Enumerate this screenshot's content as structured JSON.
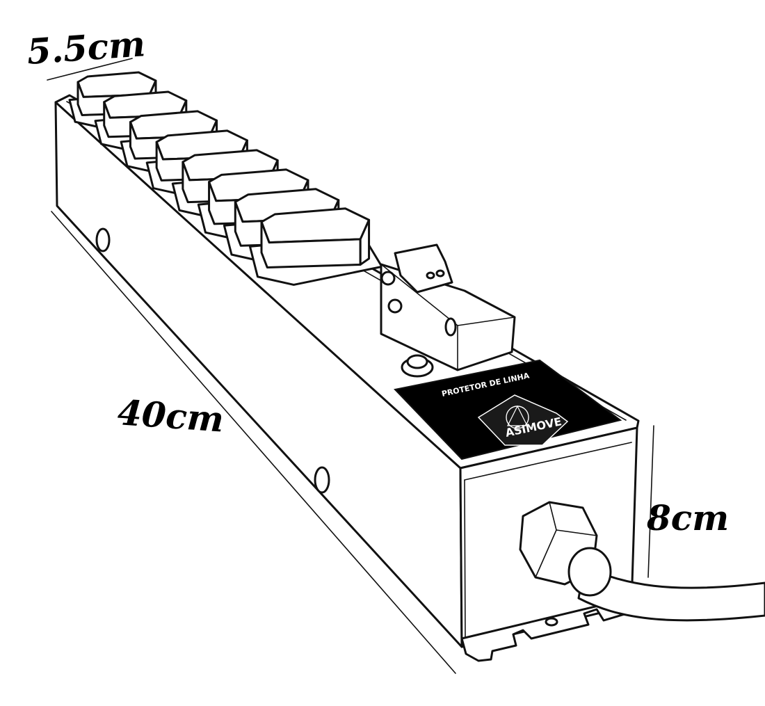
{
  "dimensions": {
    "width_label": "5.5cm",
    "length_label": "40cm",
    "height_label": "8cm"
  },
  "label": {
    "title": "PROTETOR DE LINHA",
    "brand": "ASIMOVE"
  },
  "colors": {
    "line": "#111111",
    "label_background": "#000000",
    "label_text": "#ffffff"
  },
  "icons": {
    "outlets": "socket-icon",
    "switch": "toggle-switch-icon",
    "cable_gland": "cable-gland-icon",
    "emblem": "crest-emblem-icon"
  }
}
